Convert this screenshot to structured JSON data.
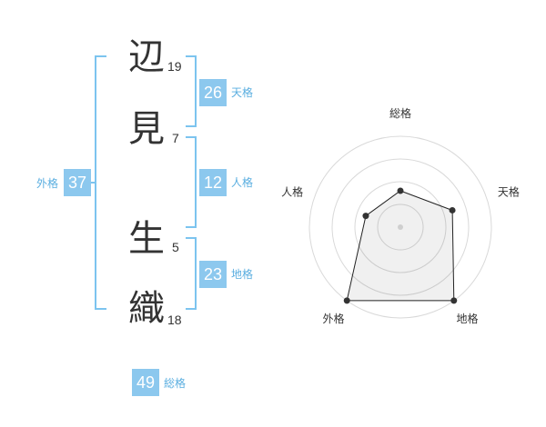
{
  "name": [
    {
      "char": "辺",
      "strokes": "19"
    },
    {
      "char": "見",
      "strokes": "7"
    },
    {
      "char": "生",
      "strokes": "5"
    },
    {
      "char": "織",
      "strokes": "18"
    }
  ],
  "kaku": {
    "tenkaku": {
      "value": "26",
      "label": "天格"
    },
    "jinkaku": {
      "value": "12",
      "label": "人格"
    },
    "chikaku": {
      "value": "23",
      "label": "地格"
    },
    "gaikaku": {
      "value": "37",
      "label": "外格"
    },
    "soukaku": {
      "value": "49",
      "label": "総格"
    }
  },
  "colors": {
    "accent": "#8cc8ee",
    "accent_text": "#5aaee0",
    "bracket": "#7cc4ef"
  },
  "chart_data": {
    "type": "radar",
    "axes": [
      "総格",
      "天格",
      "地格",
      "外格",
      "人格"
    ],
    "values": [
      2,
      3,
      5,
      5,
      2
    ],
    "rmax": 5,
    "rings": 4
  }
}
